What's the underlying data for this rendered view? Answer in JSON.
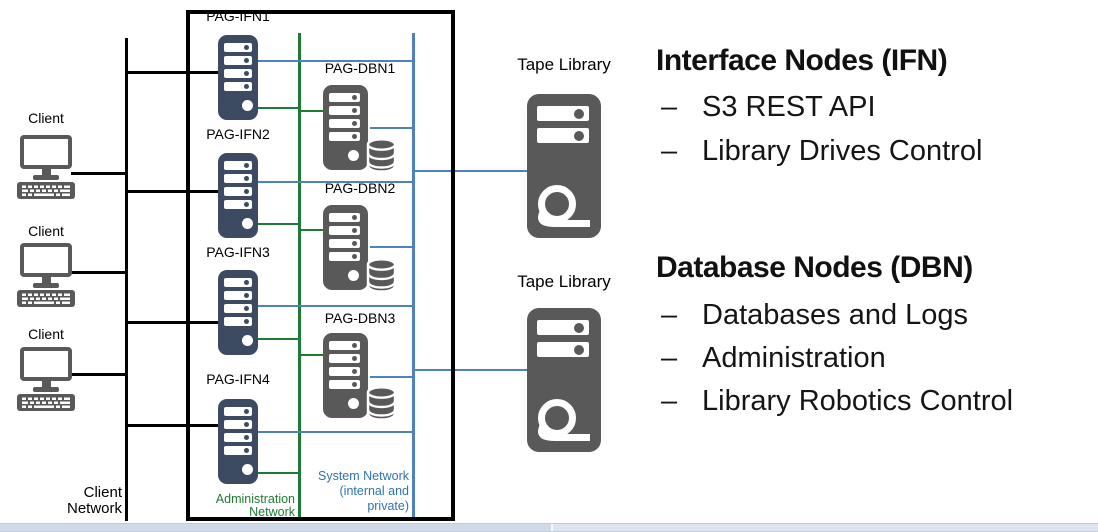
{
  "diagram": {
    "clients": [
      {
        "label": "Client"
      },
      {
        "label": "Client"
      },
      {
        "label": "Client"
      }
    ],
    "client_network": {
      "line1": "Client",
      "line2": "Network"
    },
    "ifn_nodes": [
      {
        "label": "PAG-IFN1"
      },
      {
        "label": "PAG-IFN2"
      },
      {
        "label": "PAG-IFN3"
      },
      {
        "label": "PAG-IFN4"
      }
    ],
    "dbn_nodes": [
      {
        "label": "PAG-DBN1"
      },
      {
        "label": "PAG-DBN2"
      },
      {
        "label": "PAG-DBN3"
      }
    ],
    "admin_network": {
      "line1": "Administration",
      "line2": "Network"
    },
    "system_network": {
      "line1": "System Network",
      "line2": "(internal and",
      "line3": "private)"
    },
    "tape_libraries": [
      {
        "label": "Tape Library"
      },
      {
        "label": "Tape Library"
      }
    ]
  },
  "annotations": {
    "bullet": "–",
    "sections": [
      {
        "heading": "Interface Nodes (IFN)",
        "items": [
          "S3 REST API",
          "Library Drives Control"
        ]
      },
      {
        "heading": "Database Nodes (DBN)",
        "items": [
          "Databases and Logs",
          "Administration",
          "Library Robotics Control"
        ]
      }
    ]
  },
  "colors": {
    "ifn_body": "#3c4b61",
    "gray_body": "#595959",
    "admin_green": "#1e7b34",
    "system_blue_line": "#4f81bd",
    "system_blue_text": "#2e74b5",
    "line_black": "#000000"
  }
}
